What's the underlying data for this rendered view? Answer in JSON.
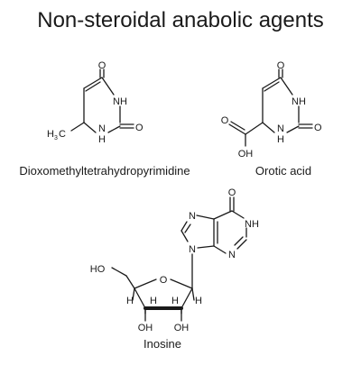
{
  "title": "Non-steroidal anabolic agents",
  "molecules": {
    "dioxo": {
      "caption": "Dioxomethyltetrahydropyrimidine",
      "atoms": {
        "o_top": "O",
        "nh": "NH",
        "o_right": "O",
        "h_bottom": "H",
        "n_bottom": "N",
        "h3c_h": "H",
        "h3c_sub": "3",
        "h3c_c": "C"
      }
    },
    "orotic": {
      "caption": "Orotic acid",
      "atoms": {
        "o_top": "O",
        "nh": "NH",
        "o_right": "O",
        "h_bottom": "H",
        "n_bottom": "N",
        "o_acid": "O",
        "oh_acid": "OH"
      }
    },
    "inosine": {
      "caption": "Inosine",
      "atoms": {
        "o_top": "O",
        "nh": "NH",
        "n_right": "N",
        "n_left": "N",
        "n_link": "N",
        "ho_left": "HO",
        "o_ring": "O",
        "h1": "H",
        "h2": "H",
        "h3": "H",
        "h4": "H",
        "oh1": "OH",
        "oh2": "OH"
      }
    }
  }
}
